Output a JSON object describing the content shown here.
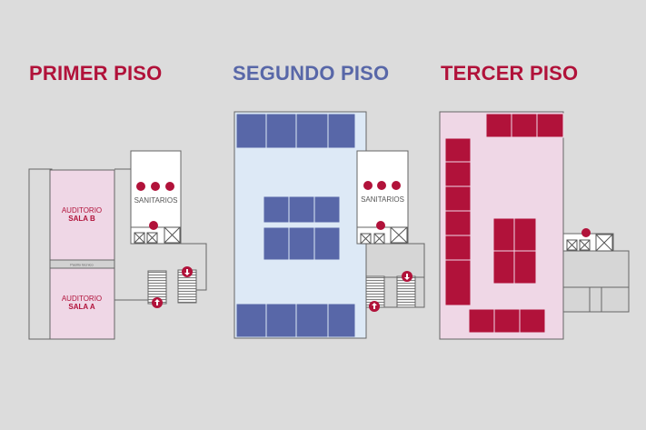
{
  "floors": [
    {
      "title": "PRIMER PISO",
      "rooms": {
        "sala_b_line1": "AUDITORIO",
        "sala_b_line2": "SALA B",
        "corridor": "Pasillo técnico",
        "sala_a_line1": "AUDITORIO",
        "sala_a_line2": "SALA A",
        "restrooms": "SANITARIOS"
      }
    },
    {
      "title": "SEGUNDO PISO",
      "rooms": {
        "restrooms": "SANITARIOS"
      }
    },
    {
      "title": "TERCER PISO"
    }
  ],
  "colors": {
    "red": "#b1123a",
    "blue": "#5867a8",
    "pink": "#efd7e6",
    "light_blue": "#dde9f6",
    "background": "#dcdcdc"
  },
  "icons": [
    "male-restroom-icon",
    "female-restroom-icon",
    "accessible-icon",
    "elevator-icon",
    "stairs-up-icon",
    "stairs-down-icon"
  ]
}
